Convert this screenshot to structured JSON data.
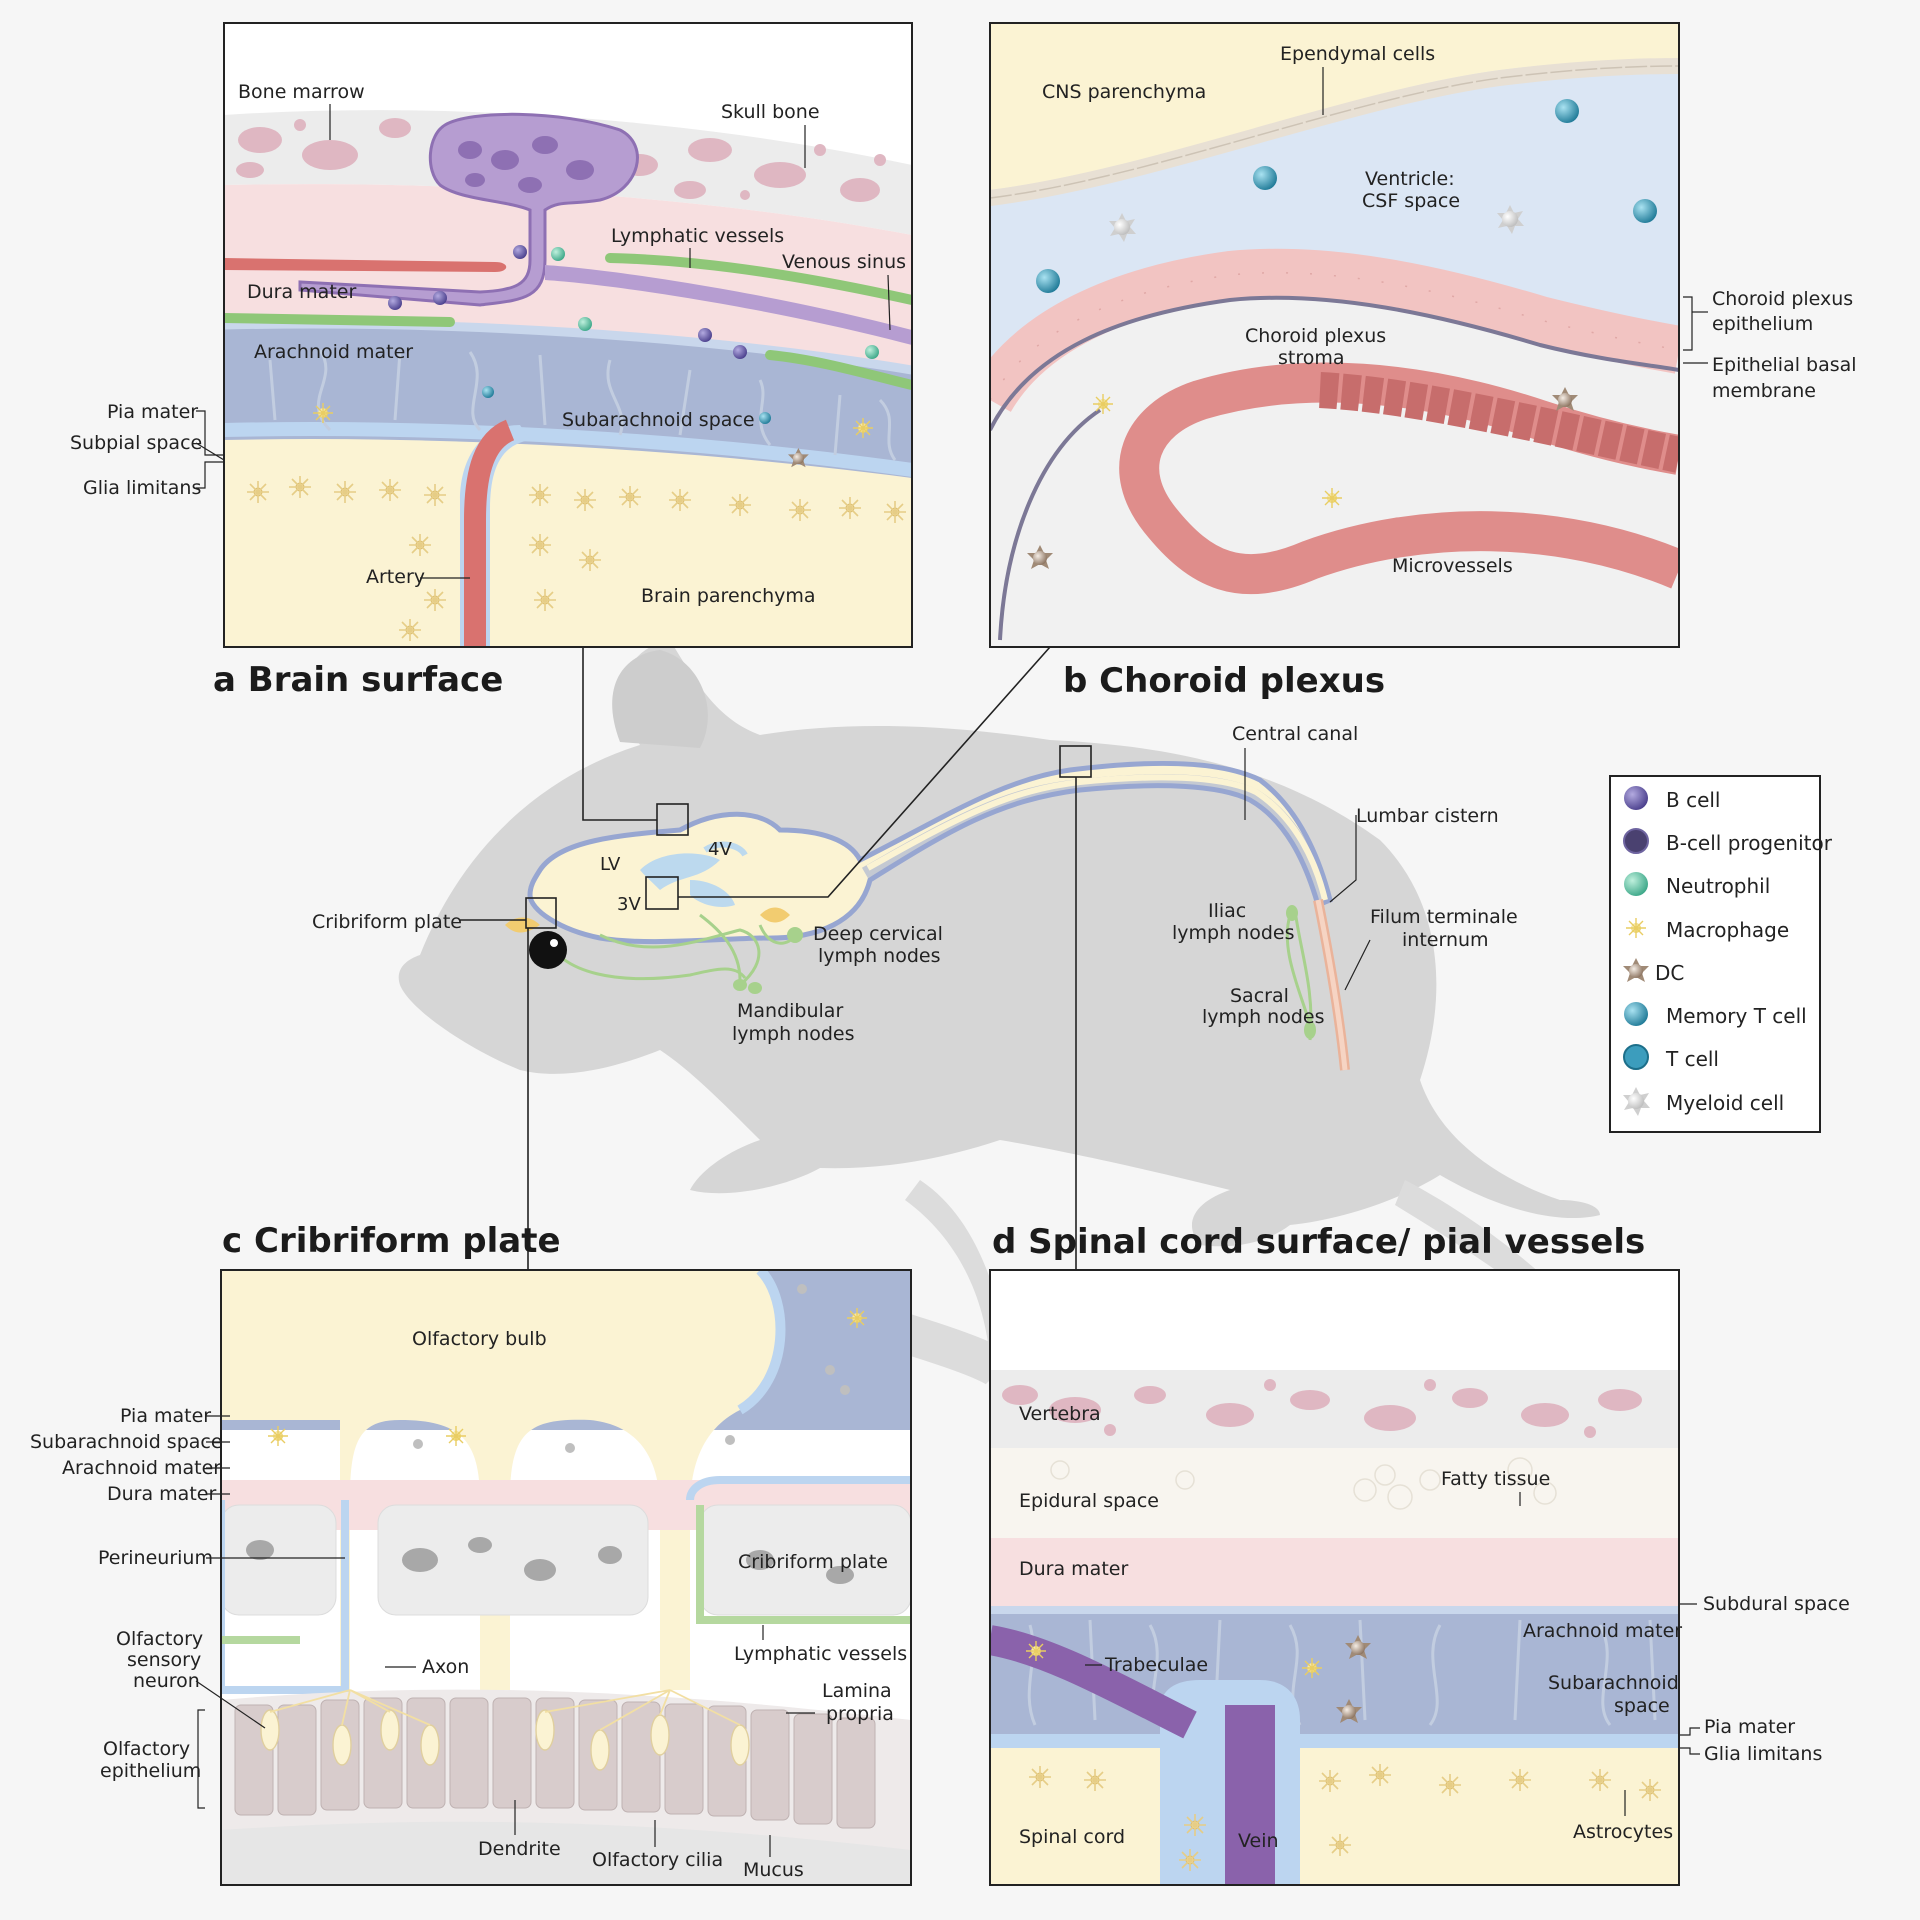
{
  "panels": {
    "a": {
      "title": "a Brain surface",
      "labels": {
        "bone_marrow": "Bone marrow",
        "skull_bone": "Skull bone",
        "lymphatic_vessels": "Lymphatic vessels",
        "venous_sinus": "Venous sinus",
        "dura_mater": "Dura mater",
        "arachnoid_mater": "Arachnoid mater",
        "subarachnoid_space": "Subarachnoid space",
        "pia_mater": "Pia mater",
        "subpial_space": "Subpial space",
        "glia_limitans": "Glia limitans",
        "artery": "Artery",
        "brain_parenchyma": "Brain parenchyma"
      }
    },
    "b": {
      "title": "b Choroid plexus",
      "labels": {
        "ependymal_cells": "Ependymal cells",
        "cns_parenchyma": "CNS parenchyma",
        "ventricle_1": "Ventricle:",
        "ventricle_2": "CSF space",
        "choroid_plexus_epithelium_1": "Choroid plexus",
        "choroid_plexus_epithelium_2": "epithelium",
        "basal_membrane_1": "Epithelial basal",
        "basal_membrane_2": "membrane",
        "stroma_1": "Choroid plexus",
        "stroma_2": "stroma",
        "microvessels": "Microvessels"
      }
    },
    "c": {
      "title": "c Cribriform plate",
      "labels": {
        "olfactory_bulb": "Olfactory bulb",
        "pia_mater": "Pia mater",
        "subarachnoid_space": "Subarachnoid space",
        "arachnoid_mater": "Arachnoid mater",
        "dura_mater": "Dura mater",
        "perineurium": "Perineurium",
        "cribriform_plate": "Cribriform plate",
        "lymphatic_vessels": "Lymphatic vessels",
        "axon": "Axon",
        "lamina_propria_1": "Lamina",
        "lamina_propria_2": "propria",
        "osn_1": "Olfactory",
        "osn_2": "sensory",
        "osn_3": "neuron",
        "epithelium_1": "Olfactory",
        "epithelium_2": "epithelium",
        "dendrite": "Dendrite",
        "olfactory_cilia": "Olfactory cilia",
        "mucus": "Mucus"
      }
    },
    "d": {
      "title": "d Spinal cord surface/ pial vessels",
      "labels": {
        "vertebra": "Vertebra",
        "epidural_space": "Epidural space",
        "fatty_tissue": "Fatty tissue",
        "dura_mater": "Dura mater",
        "subdural_space": "Subdural space",
        "arachnoid_mater": "Arachnoid mater",
        "trabeculae": "Trabeculae",
        "subarachnoid_1": "Subarachnoid",
        "subarachnoid_2": "space",
        "pia_mater": "Pia mater",
        "glia_limitans": "Glia limitans",
        "spinal_cord": "Spinal cord",
        "vein": "Vein",
        "astrocytes": "Astrocytes"
      }
    }
  },
  "mouse": {
    "labels": {
      "lv": "LV",
      "v3": "3V",
      "v4": "4V",
      "central_canal": "Central canal",
      "lumbar_cistern": "Lumbar cistern",
      "cribriform_plate": "Cribriform plate",
      "deep_cervical_1": "Deep cervical",
      "deep_cervical_2": "lymph nodes",
      "mandibular_1": "Mandibular",
      "mandibular_2": "lymph nodes",
      "iliac_1": "Iliac",
      "iliac_2": "lymph nodes",
      "sacral_1": "Sacral",
      "sacral_2": "lymph nodes",
      "filum_1": "Filum terminale",
      "filum_2": "internum"
    }
  },
  "legend": [
    {
      "label": "B cell",
      "icon": "b-cell-icon",
      "color": "#5a4f9c"
    },
    {
      "label": "B-cell progenitor",
      "icon": "b-cell-progenitor-icon",
      "color": "#4a4170"
    },
    {
      "label": "Neutrophil",
      "icon": "neutrophil-icon",
      "color": "#5fc7a6"
    },
    {
      "label": "Macrophage",
      "icon": "macrophage-icon",
      "color": "#efd46a"
    },
    {
      "label": "DC",
      "icon": "dc-icon",
      "color": "#a08a76"
    },
    {
      "label": "Memory T cell",
      "icon": "memory-t-cell-icon",
      "color": "#1f86a3"
    },
    {
      "label": "T cell",
      "icon": "t-cell-icon",
      "color": "#3c9dbd"
    },
    {
      "label": "Myeloid cell",
      "icon": "myeloid-cell-icon",
      "color": "#e6e6e6"
    }
  ],
  "colors": {
    "parenchyma": "#fbf3d3",
    "csf": "#a9b6d4",
    "csf_light": "#dbe6f4",
    "dura": "#f7dfe0",
    "bone": "#ececec",
    "marrow": "#dfb7c2",
    "lymphatic": "#8fc778",
    "sinus_purple": "#a58bc2",
    "artery": "#d9726f",
    "mouse": "#d6d6d6"
  }
}
